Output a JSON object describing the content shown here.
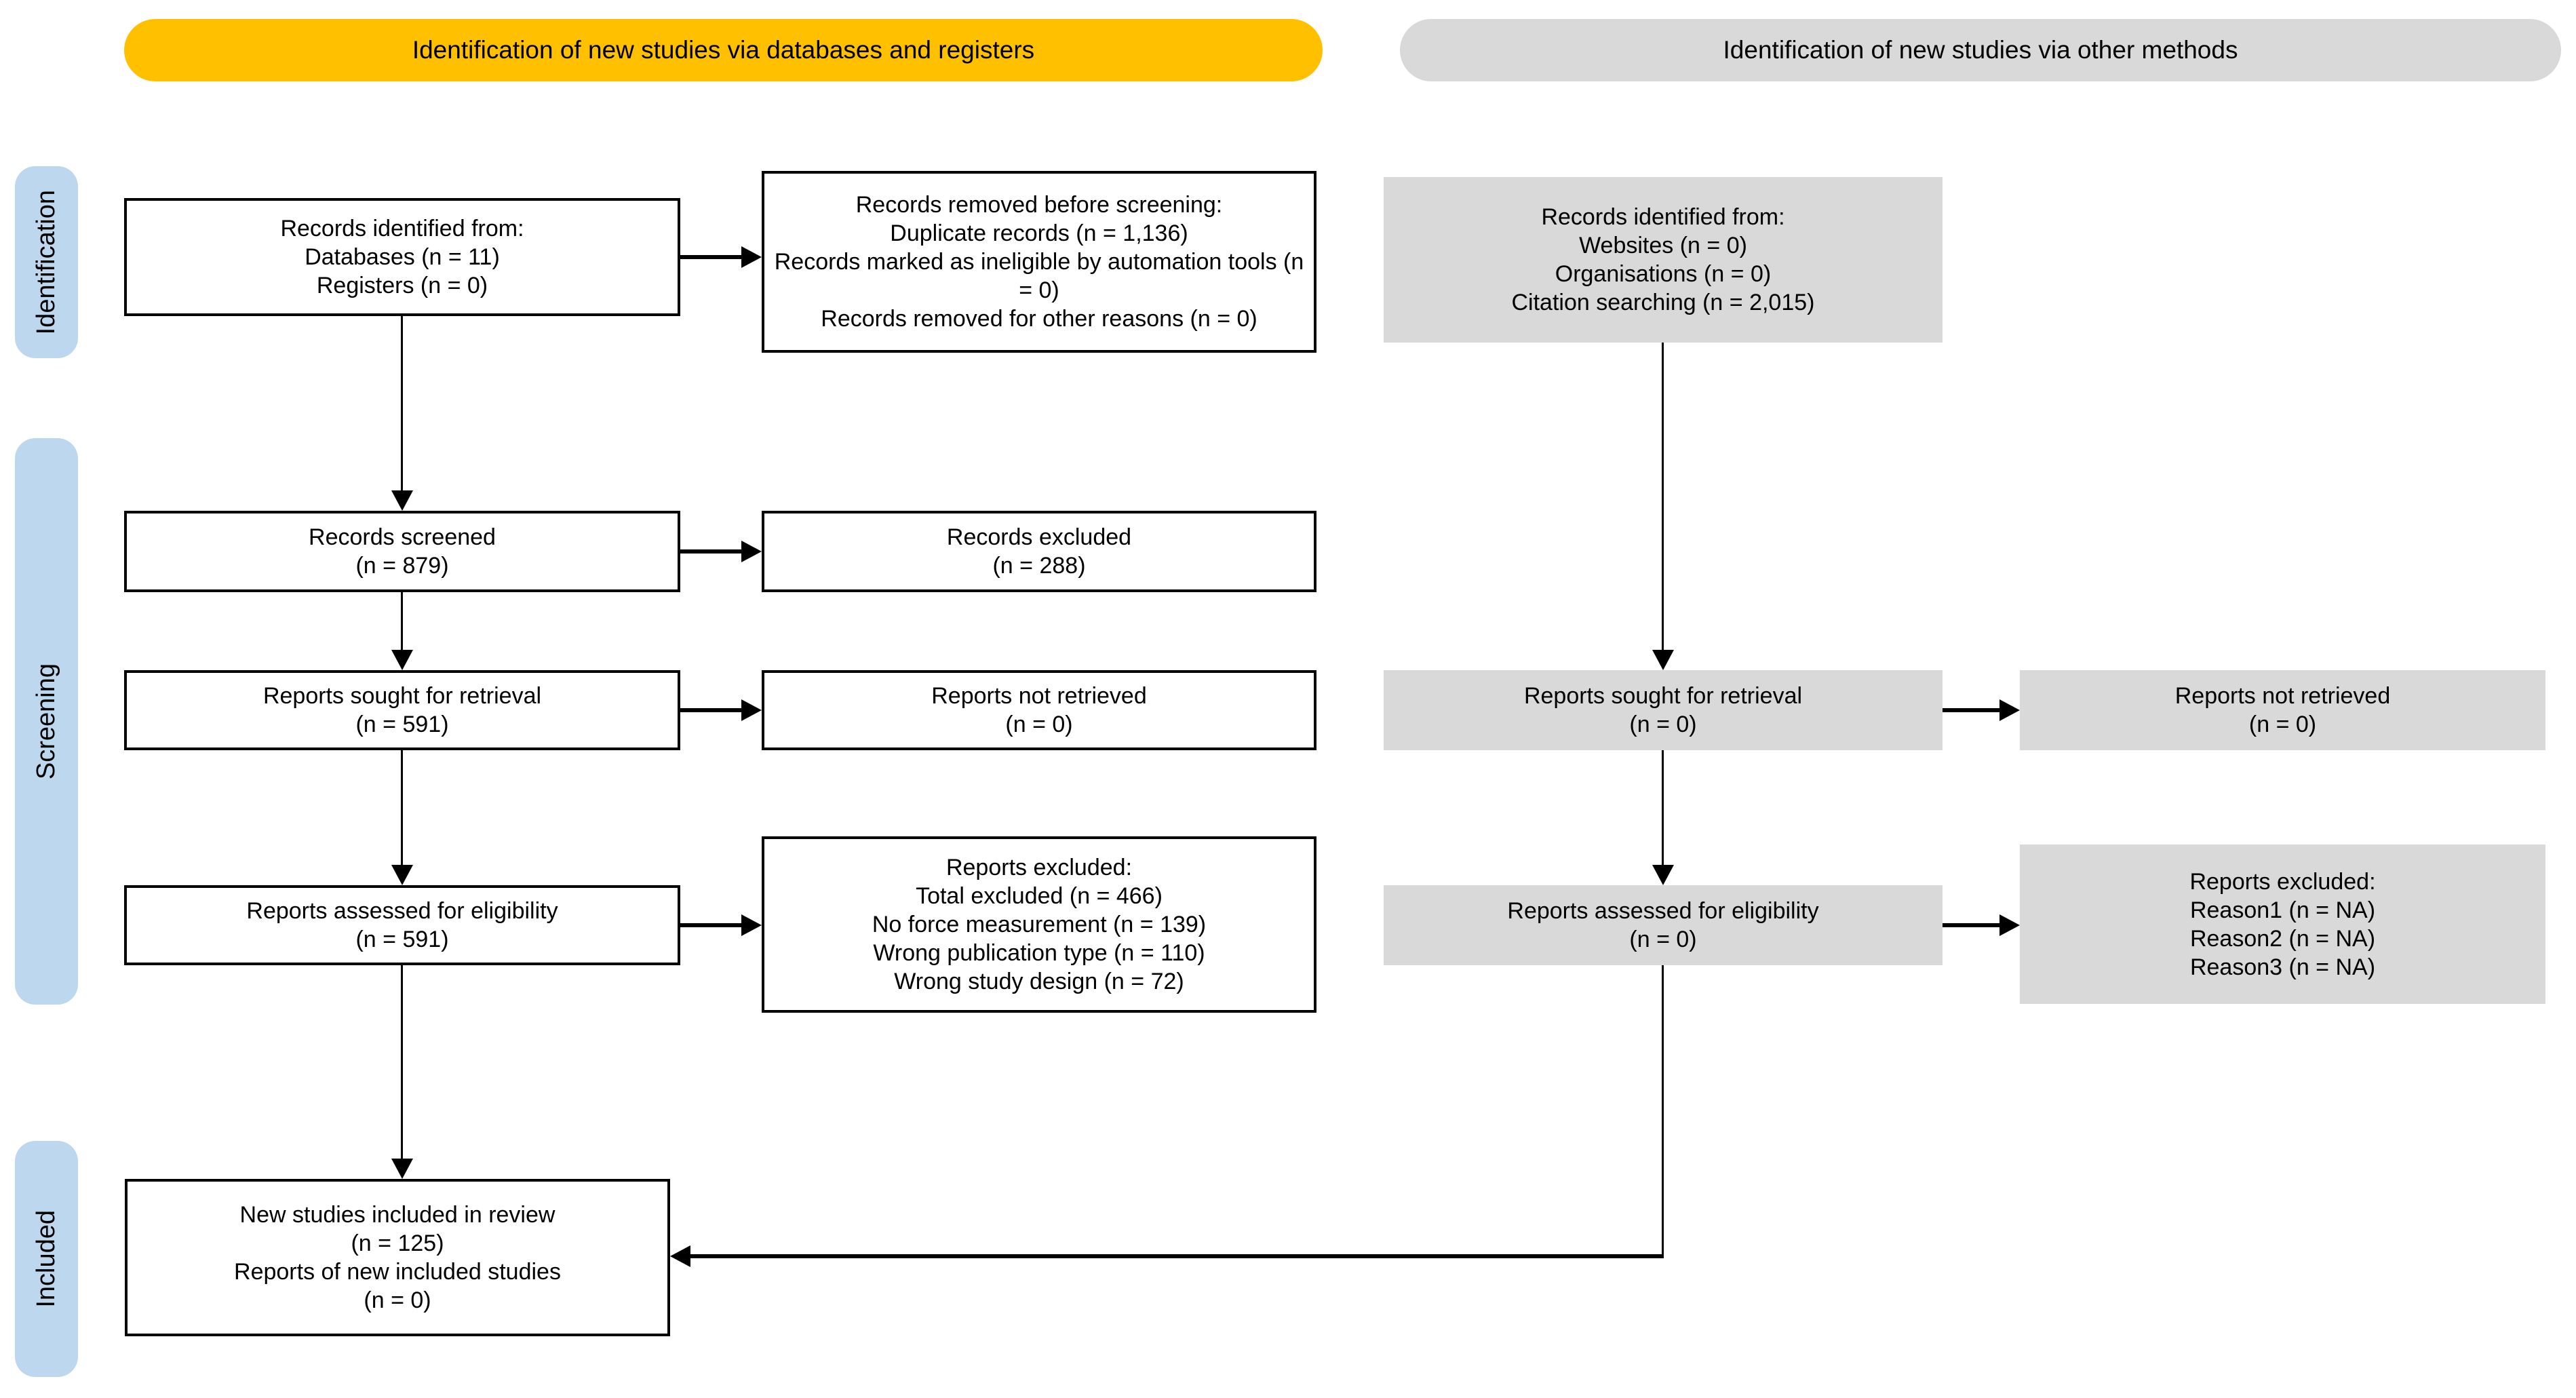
{
  "banners": {
    "databases": {
      "label": "Identification of new studies via databases and registers",
      "color": "#FFC000"
    },
    "other": {
      "label": "Identification of new studies via other methods",
      "color": "#D9D9D9"
    }
  },
  "stages": {
    "identification": "Identification",
    "screening": "Screening",
    "included": "Included"
  },
  "boxes": {
    "records_identified_db": {
      "lines": [
        "Records identified from:",
        "Databases (n = 11)",
        "Registers (n = 0)"
      ]
    },
    "records_removed": {
      "lines": [
        "Records removed before screening:",
        "Duplicate records (n = 1,136)",
        "Records marked as ineligible by automation tools (n = 0)",
        "Records removed for other reasons (n = 0)"
      ]
    },
    "records_screened": {
      "lines": [
        "Records screened",
        "(n = 879)"
      ]
    },
    "records_excluded": {
      "lines": [
        "Records excluded",
        "(n = 288)"
      ]
    },
    "reports_sought_db": {
      "lines": [
        "Reports sought for retrieval",
        "(n = 591)"
      ]
    },
    "reports_not_retrieved_db": {
      "lines": [
        "Reports not retrieved",
        "(n = 0)"
      ]
    },
    "reports_assessed_db": {
      "lines": [
        "Reports assessed for eligibility",
        "(n = 591)"
      ]
    },
    "reports_excluded_db": {
      "lines": [
        "Reports excluded:",
        "Total excluded (n = 466)",
        "No force measurement (n = 139)",
        "Wrong publication type (n = 110)",
        "Wrong study design (n = 72)"
      ]
    },
    "records_identified_other": {
      "lines": [
        "Records identified from:",
        "Websites (n = 0)",
        "Organisations (n = 0)",
        "Citation searching (n = 2,015)"
      ]
    },
    "reports_sought_other": {
      "lines": [
        "Reports sought for retrieval",
        "(n = 0)"
      ]
    },
    "reports_not_retrieved_other": {
      "lines": [
        "Reports not retrieved",
        "(n = 0)"
      ]
    },
    "reports_assessed_other": {
      "lines": [
        "Reports assessed for eligibility",
        "(n = 0)"
      ]
    },
    "reports_excluded_other": {
      "lines": [
        "Reports excluded:",
        "Reason1 (n = NA)",
        "Reason2 (n = NA)",
        "Reason3 (n = NA)"
      ]
    },
    "new_studies_included": {
      "lines": [
        "New studies included in review",
        "(n = 125)",
        "Reports of new included studies",
        "(n = 0)"
      ]
    }
  },
  "colors": {
    "banner_databases": "#FFC000",
    "banner_other": "#D9D9D9",
    "gray_box": "#D9D9D9",
    "stage_label": "#BDD7EE",
    "line": "#000000"
  }
}
